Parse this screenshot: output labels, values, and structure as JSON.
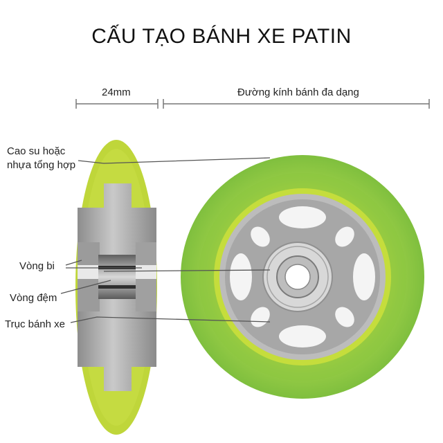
{
  "title": "CẤU TẠO BÁNH XE PATIN",
  "dimensions": {
    "width_label": "24mm",
    "diameter_label": "Đường kính bánh đa dạng"
  },
  "labels": {
    "tire_line1": "Cao su hoặc",
    "tire_line2": "nhựa tổng hợp",
    "bearing": "Vòng bi",
    "spacer": "Vòng đệm",
    "axle": "Trục bánh xe"
  },
  "colors": {
    "tire_outer": "#a6cf3a",
    "tire_inner": "#86c53c",
    "hub": "#a9a9a9",
    "bearing": "#dcdcdc"
  }
}
